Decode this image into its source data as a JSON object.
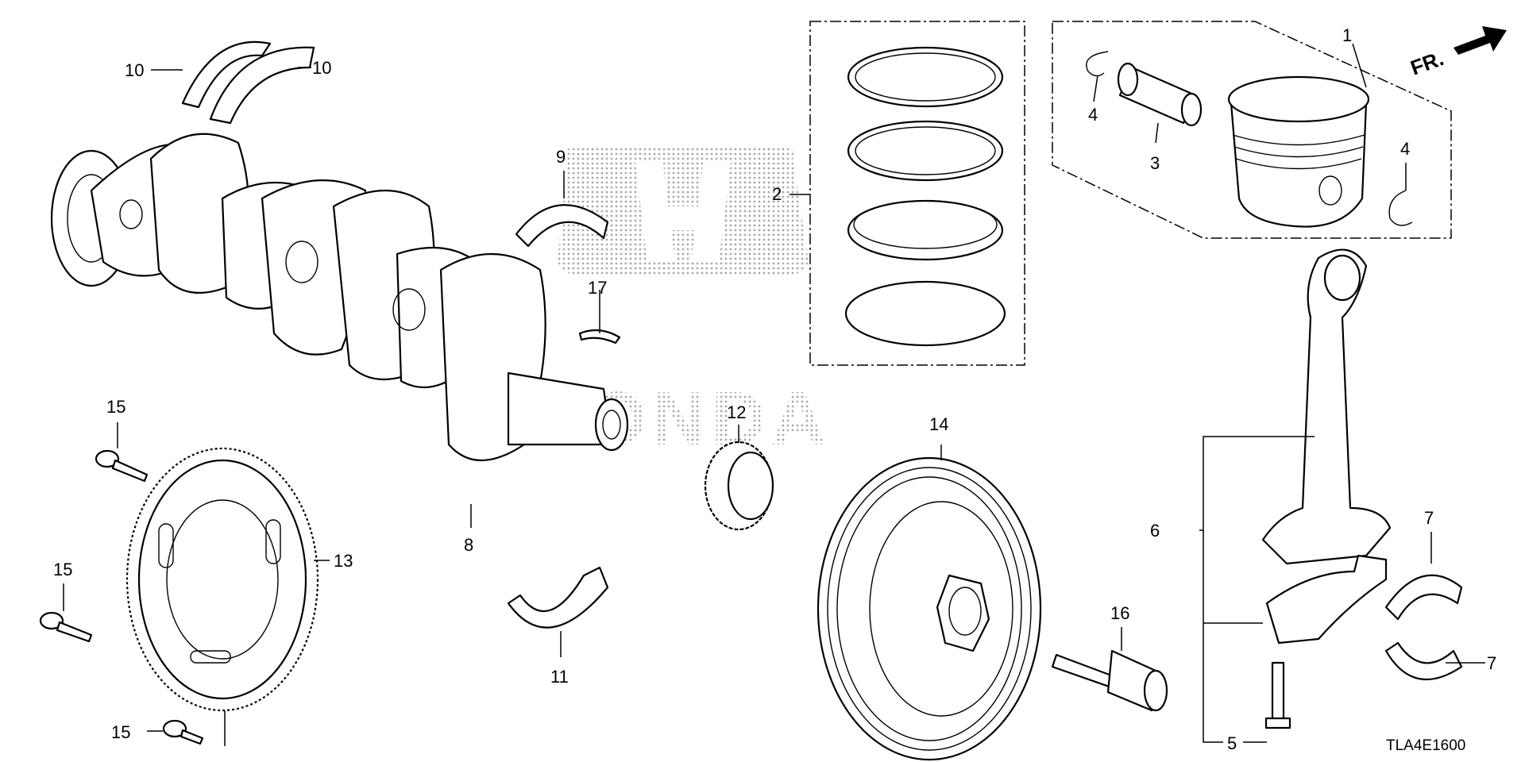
{
  "diagram": {
    "callouts": {
      "c1": "1",
      "c2": "2",
      "c3": "3",
      "c4a": "4",
      "c4b": "4",
      "c5": "5",
      "c6": "6",
      "c7a": "7",
      "c7b": "7",
      "c8": "8",
      "c9": "9",
      "c10a": "10",
      "c10b": "10",
      "c11": "11",
      "c12": "12",
      "c13": "13",
      "c14": "14",
      "c15a": "15",
      "c15b": "15",
      "c15c": "15",
      "c16": "16",
      "c17": "17"
    },
    "front_marker": "FR.",
    "diagram_code": "TLA4E1600",
    "watermark_text": "HONDA",
    "colors": {
      "line": "#000000",
      "background": "#ffffff",
      "watermark": "#9a9a9a"
    }
  }
}
